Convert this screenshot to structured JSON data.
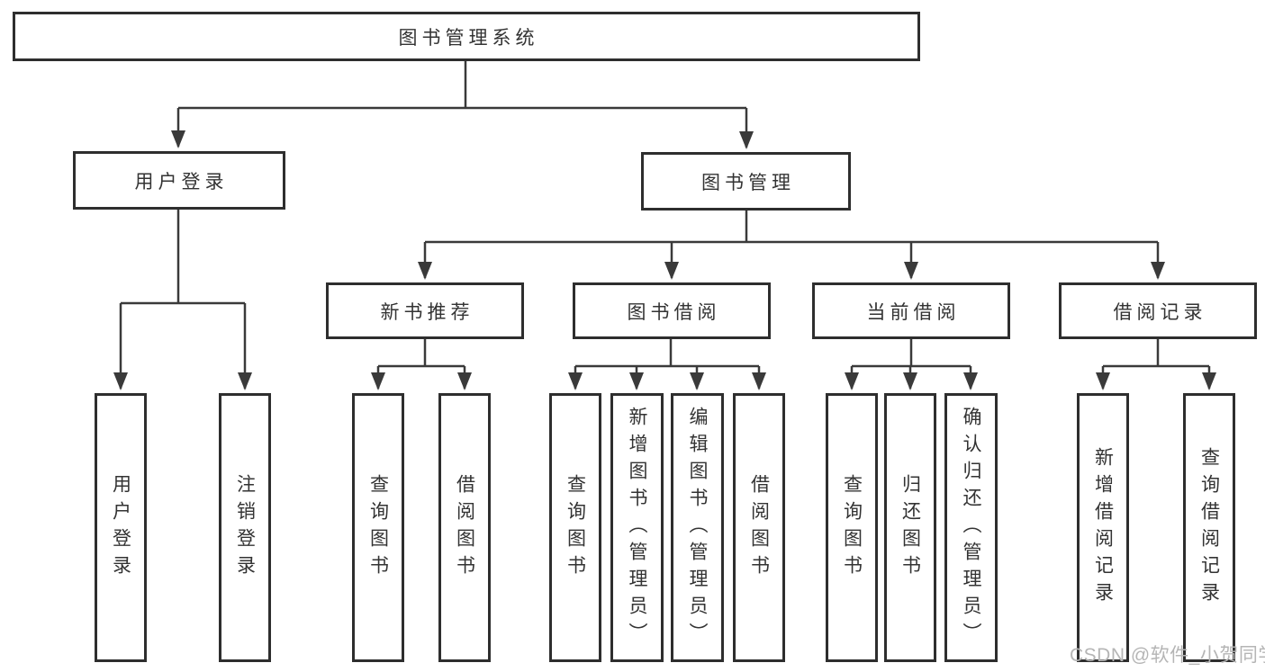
{
  "colors": {
    "line": "#3a3a3a",
    "border": "#2e2e2e",
    "text": "#333333",
    "watermark": "#b5b5b5",
    "bg": "#ffffff"
  },
  "watermark": {
    "text": "CSDN @软件_小贺同学"
  },
  "chart_type": "hierarchy-tree",
  "tree": {
    "label": "图书管理系统",
    "children": [
      {
        "label": "用户登录",
        "children": [
          {
            "label": "用户登录"
          },
          {
            "label": "注销登录"
          }
        ]
      },
      {
        "label": "图书管理",
        "children": [
          {
            "label": "新书推荐",
            "children": [
              {
                "label": "查询图书"
              },
              {
                "label": "借阅图书"
              }
            ]
          },
          {
            "label": "图书借阅",
            "children": [
              {
                "label": "查询图书"
              },
              {
                "label": "新增图书（管理员）"
              },
              {
                "label": "编辑图书（管理员）"
              },
              {
                "label": "借阅图书"
              }
            ]
          },
          {
            "label": "当前借阅",
            "children": [
              {
                "label": "查询图书"
              },
              {
                "label": "归还图书"
              },
              {
                "label": "确认归还（管理员）"
              }
            ]
          },
          {
            "label": "借阅记录",
            "children": [
              {
                "label": "新增借阅记录"
              },
              {
                "label": "查询借阅记录"
              }
            ]
          }
        ]
      }
    ]
  }
}
